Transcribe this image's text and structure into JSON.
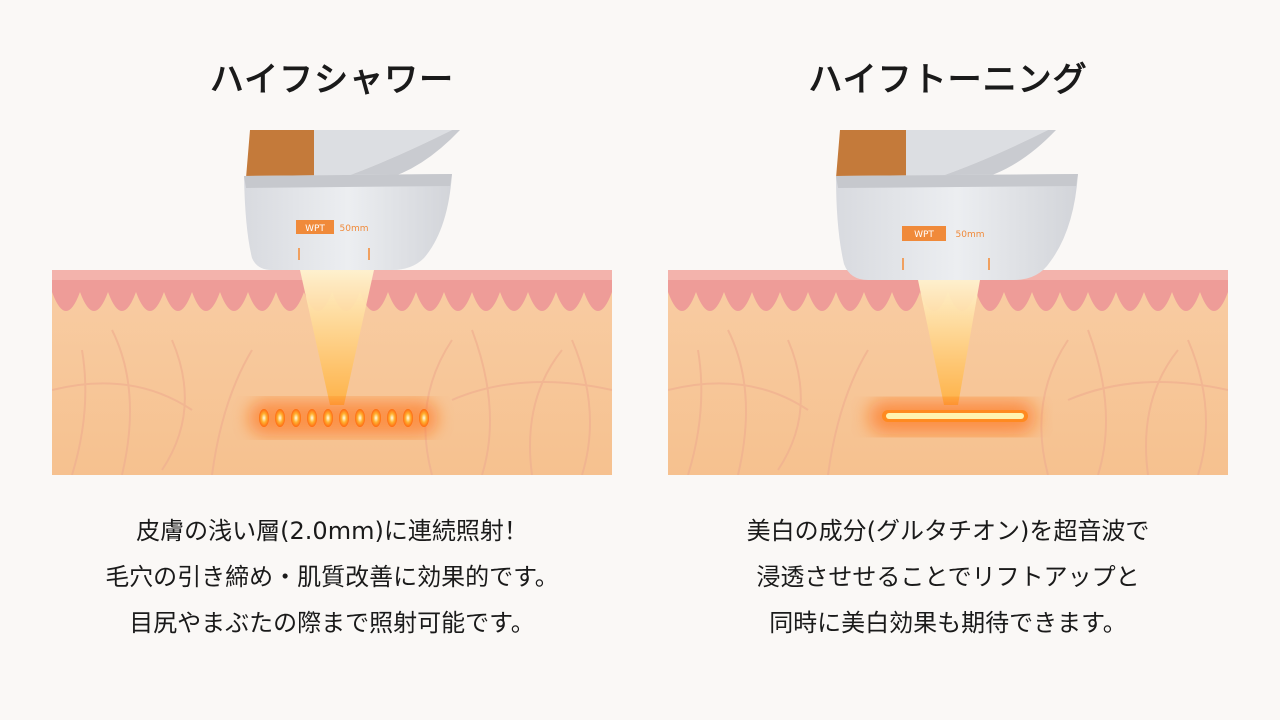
{
  "panels": [
    {
      "title": "ハイフシャワー",
      "device_label": "WPT",
      "device_size": "50mm",
      "lines": [
        "皮膚の浅い層(2.0mm)に連続照射！",
        "毛穴の引き締め・肌質改善に効果的です。",
        "目尻やまぶたの際まで照射可能です。"
      ]
    },
    {
      "title": "ハイフトーニング",
      "device_label": "WPT",
      "device_size": "50mm",
      "lines": [
        "美白の成分(グルタチオン)を超音波で",
        "浸透させせることでリフトアップと",
        "同時に美白効果も期待できます。"
      ]
    }
  ],
  "colors": {
    "background": "#faf8f6",
    "skin": "#f7c69a",
    "epidermis": "#f0a6a0",
    "device_gray": "#e4e6ea",
    "device_orange": "#c47a3a",
    "energy": "#ff7a1a"
  }
}
